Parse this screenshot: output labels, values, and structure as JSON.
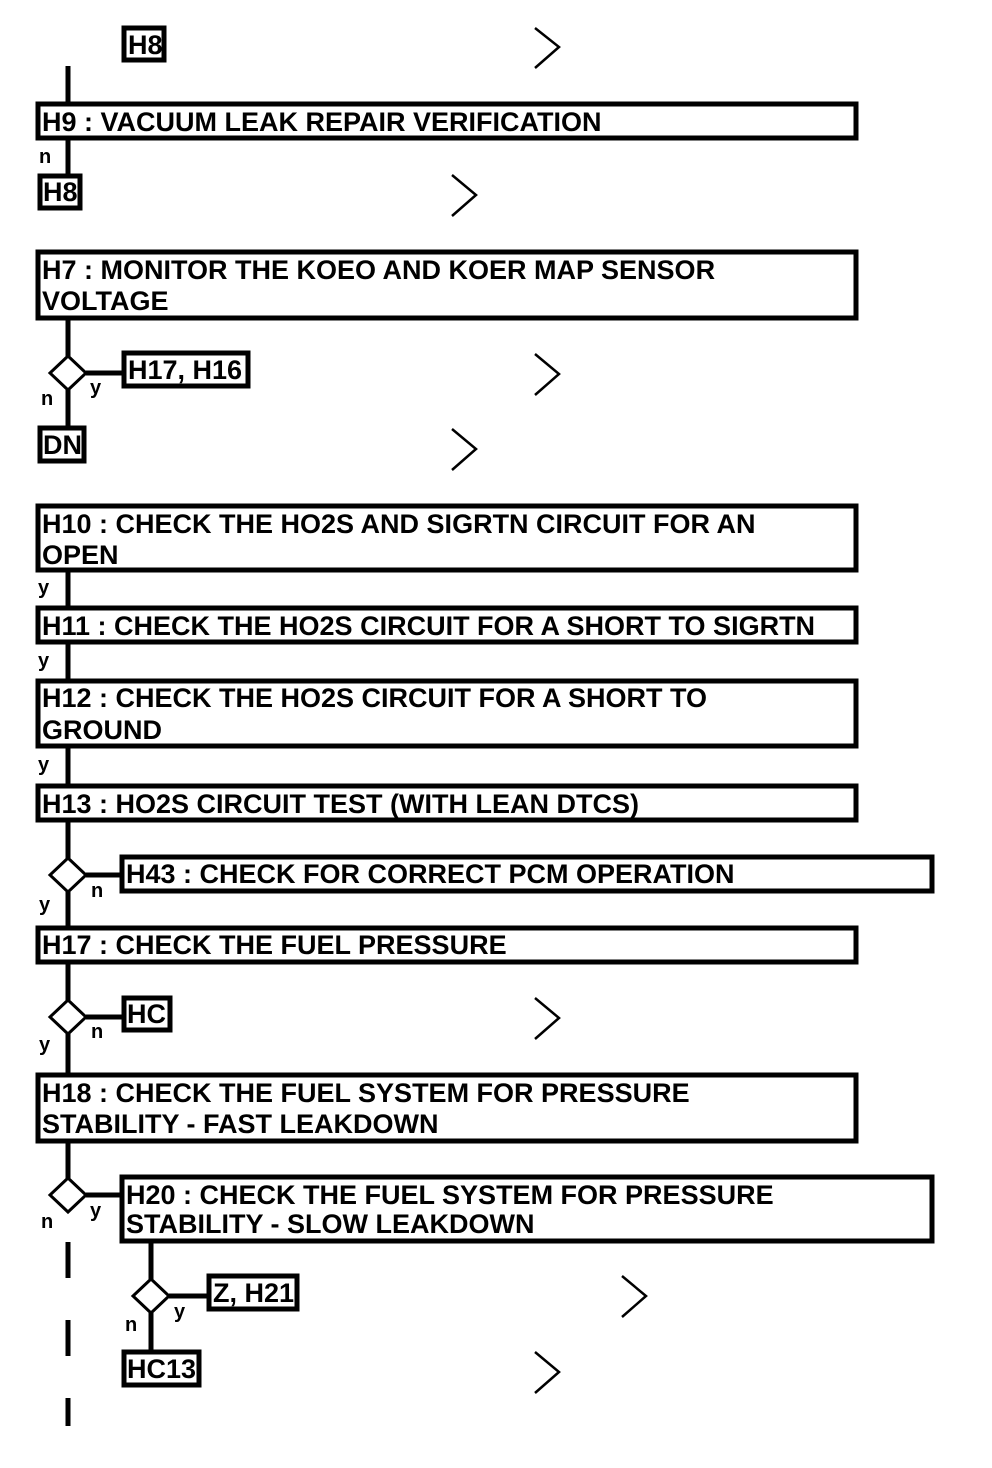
{
  "steps": {
    "h9": {
      "lines": [
        "H9 : VACUUM LEAK REPAIR VERIFICATION"
      ]
    },
    "h7": {
      "lines": [
        "H7 : MONITOR THE KOEO AND KOER MAP SENSOR",
        "VOLTAGE"
      ]
    },
    "h10": {
      "lines": [
        "H10 : CHECK THE HO2S AND SIGRTN CIRCUIT FOR AN",
        "OPEN"
      ]
    },
    "h11": {
      "lines": [
        "H11 : CHECK THE HO2S CIRCUIT FOR A SHORT TO SIGRTN"
      ]
    },
    "h12": {
      "lines": [
        "H12 : CHECK THE HO2S CIRCUIT FOR A SHORT TO",
        "GROUND"
      ]
    },
    "h13": {
      "lines": [
        "H13 : HO2S CIRCUIT TEST (WITH LEAN DTCS)"
      ]
    },
    "h43": {
      "lines": [
        "H43 : CHECK FOR CORRECT PCM OPERATION"
      ]
    },
    "h17": {
      "lines": [
        "H17 : CHECK THE FUEL PRESSURE"
      ]
    },
    "h18": {
      "lines": [
        "H18 : CHECK THE FUEL SYSTEM FOR PRESSURE",
        "STABILITY - FAST LEAKDOWN"
      ]
    },
    "h20": {
      "lines": [
        "H20 : CHECK THE FUEL SYSTEM FOR PRESSURE",
        "STABILITY - SLOW LEAKDOWN"
      ]
    }
  },
  "refs": {
    "r1": "H8",
    "r2": "H8",
    "r3": "H17, H16",
    "r4": "DN",
    "r5": "HC",
    "r6": "Z, H21",
    "r7": "HC13"
  },
  "labels": {
    "yes": "y",
    "no": "n"
  }
}
